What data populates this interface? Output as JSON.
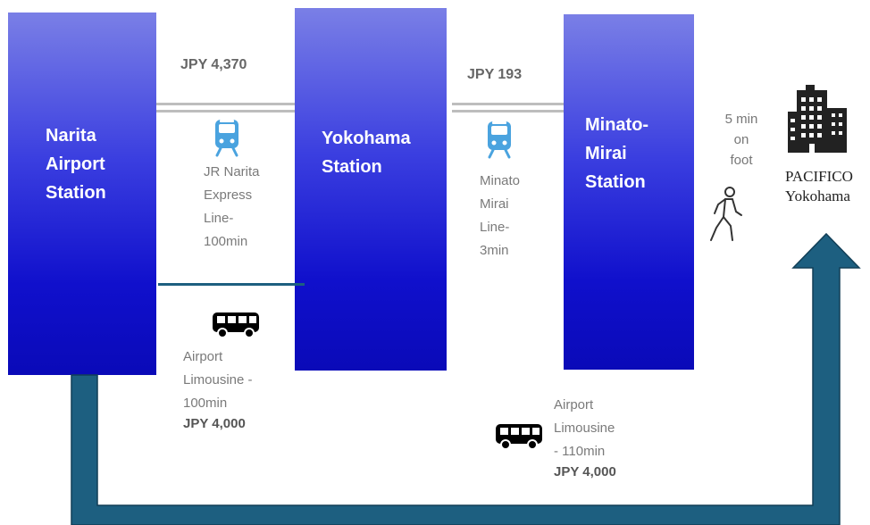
{
  "stations": {
    "narita": "Narita\nAirport\nStation",
    "yokohama": "Yokohama\nStation",
    "minato_mirai": "Minato-\nMirai\nStation"
  },
  "destination": "PACIFICO\nYokohama",
  "routes": {
    "jr_narita": {
      "price": "JPY 4,370",
      "description": "JR Narita\nExpress\nLine-\n100min"
    },
    "minato_mirai_line": {
      "price": "JPY 193",
      "description": "Minato\nMirai\nLine-\n3min"
    },
    "limousine_yokohama": {
      "description": "Airport\nLimousine -\n100min",
      "price": "JPY 4,000"
    },
    "limousine_pacifico": {
      "description": "Airport\nLimousine\n- 110min",
      "price": "JPY 4,000"
    },
    "walk": {
      "description": "5 min\non\nfoot"
    }
  },
  "icons": {
    "train": "train-icon",
    "bus": "bus-icon",
    "walker": "walking-person-icon",
    "building": "office-building-icon"
  },
  "colors": {
    "station_top": "#7a7fe6",
    "station_bottom": "#0a0ab8",
    "arrow": "#1d5f80",
    "rail": "#bdbdbd"
  }
}
